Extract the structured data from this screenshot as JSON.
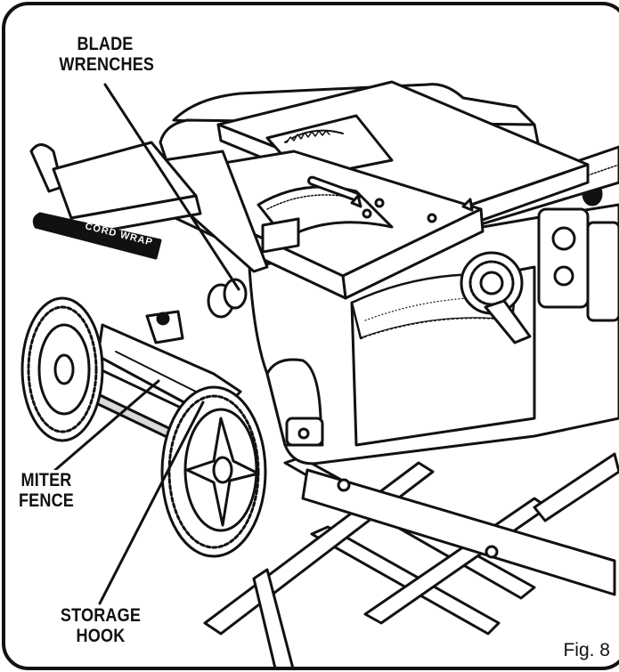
{
  "labels": {
    "blade_wrenches": [
      "BLADE",
      "WRENCHES"
    ],
    "miter_fence": [
      "MITER",
      "FENCE"
    ],
    "storage_hook": [
      "STORAGE",
      "HOOK"
    ]
  },
  "figure_number": "Fig. 8",
  "cord_wrap_text": "CORD WRAP",
  "colors": {
    "line": "#111111",
    "shade": "#d9d9d9",
    "background": "#ffffff"
  }
}
